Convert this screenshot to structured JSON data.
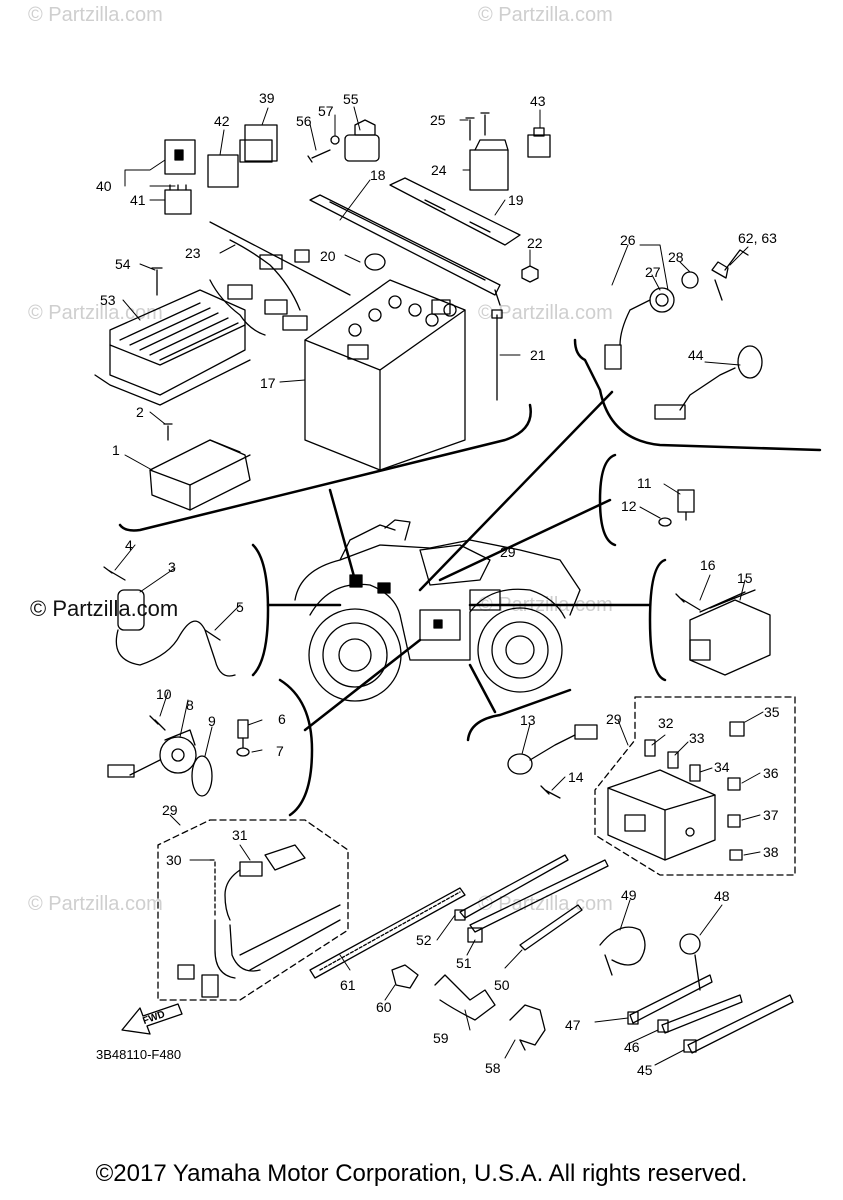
{
  "watermark": {
    "text": "© Partzilla.com",
    "prominent_text": "© Partzilla.com"
  },
  "diagram": {
    "code": "3B48110-F480",
    "copyright": "©2017 Yamaha Motor Corporation, U.S.A. All rights reserved.",
    "fwd_label": "FWD",
    "callouts": [
      "1",
      "2",
      "3",
      "4",
      "5",
      "6",
      "7",
      "8",
      "9",
      "10",
      "11",
      "12",
      "13",
      "14",
      "15",
      "16",
      "17",
      "18",
      "19",
      "20",
      "21",
      "22",
      "23",
      "24",
      "25",
      "26",
      "27",
      "28",
      "29",
      "30",
      "31",
      "32",
      "33",
      "34",
      "35",
      "36",
      "37",
      "38",
      "39",
      "40",
      "41",
      "42",
      "43",
      "44",
      "45",
      "46",
      "47",
      "48",
      "49",
      "50",
      "51",
      "52",
      "53",
      "54",
      "55",
      "56",
      "57",
      "58",
      "59",
      "60",
      "61",
      "62, 63"
    ]
  }
}
